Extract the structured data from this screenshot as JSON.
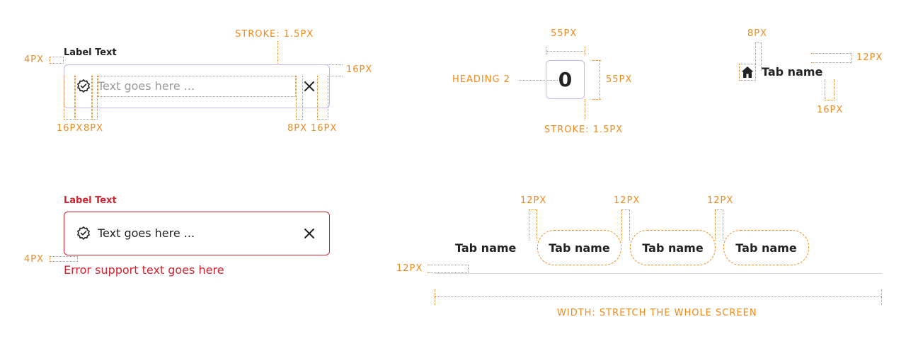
{
  "colors": {
    "annotation": "#ee8a1e",
    "focus_stroke": "#c7b6f0",
    "error": "#d0242f",
    "text": "#222222",
    "placeholder": "#9a9a9a"
  },
  "input_spec": {
    "label": "Label Text",
    "placeholder": "Text goes here ...",
    "leading_icon": "verified-badge-icon",
    "trailing_icon": "close-icon",
    "annotations": {
      "stroke": "STROKE: 1.5PX",
      "label_gap": "4PX",
      "right_pad": "16PX",
      "left_pad": "16PX",
      "icon_gap_left": "8PX",
      "icon_gap_right": "8PX",
      "right_pad_bottom": "16PX"
    }
  },
  "error_spec": {
    "label": "Label Text",
    "value": "Text goes here ...",
    "support_text": "Error support text goes here",
    "gap": "4PX"
  },
  "stepper_spec": {
    "value": "0",
    "annotations": {
      "width": "55PX",
      "height": "55PX",
      "heading": "HEADING 2",
      "stroke": "STROKE: 1.5PX"
    }
  },
  "tab_icon_spec": {
    "label": "Tab name",
    "icon": "home-icon",
    "annotations": {
      "icon_gap": "8PX",
      "right": "12PX",
      "bottom": "16PX"
    }
  },
  "tabs_spec": {
    "tabs": [
      "Tab name",
      "Tab name",
      "Tab name",
      "Tab name"
    ],
    "annotations": {
      "gap1": "12PX",
      "gap2": "12PX",
      "gap3": "12PX",
      "bottom": "12PX",
      "width": "WIDTH: STRETCH THE WHOLE SCREEN"
    }
  }
}
